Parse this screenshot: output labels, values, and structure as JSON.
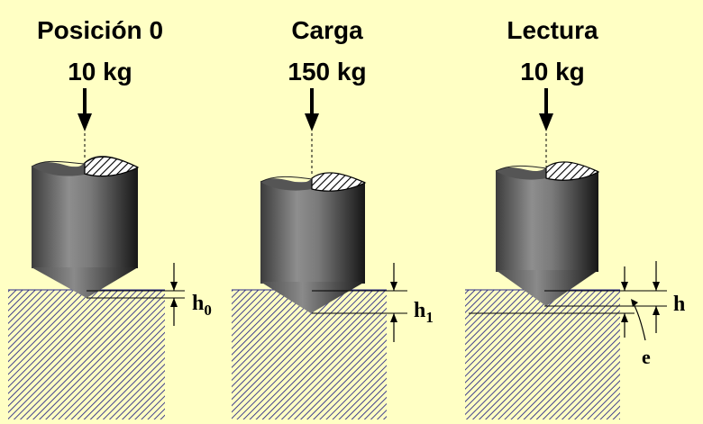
{
  "stages": [
    {
      "title": "Posición 0",
      "load": "10 kg",
      "depth_label": {
        "main": "h",
        "sub": "0"
      }
    },
    {
      "title": "Carga",
      "load": "150 kg",
      "depth_label": {
        "main": "h",
        "sub": "1"
      }
    },
    {
      "title": "Lectura",
      "load": "10 kg",
      "depth_label": {
        "main": "h",
        "sub": ""
      },
      "extra_label": "e"
    }
  ],
  "colors": {
    "background": "#ffffc4",
    "hatch": "#2b2b86",
    "indenter_light": "#9a9a9a",
    "indenter_dark": "#1a1a1a",
    "arrow": "#000000"
  }
}
